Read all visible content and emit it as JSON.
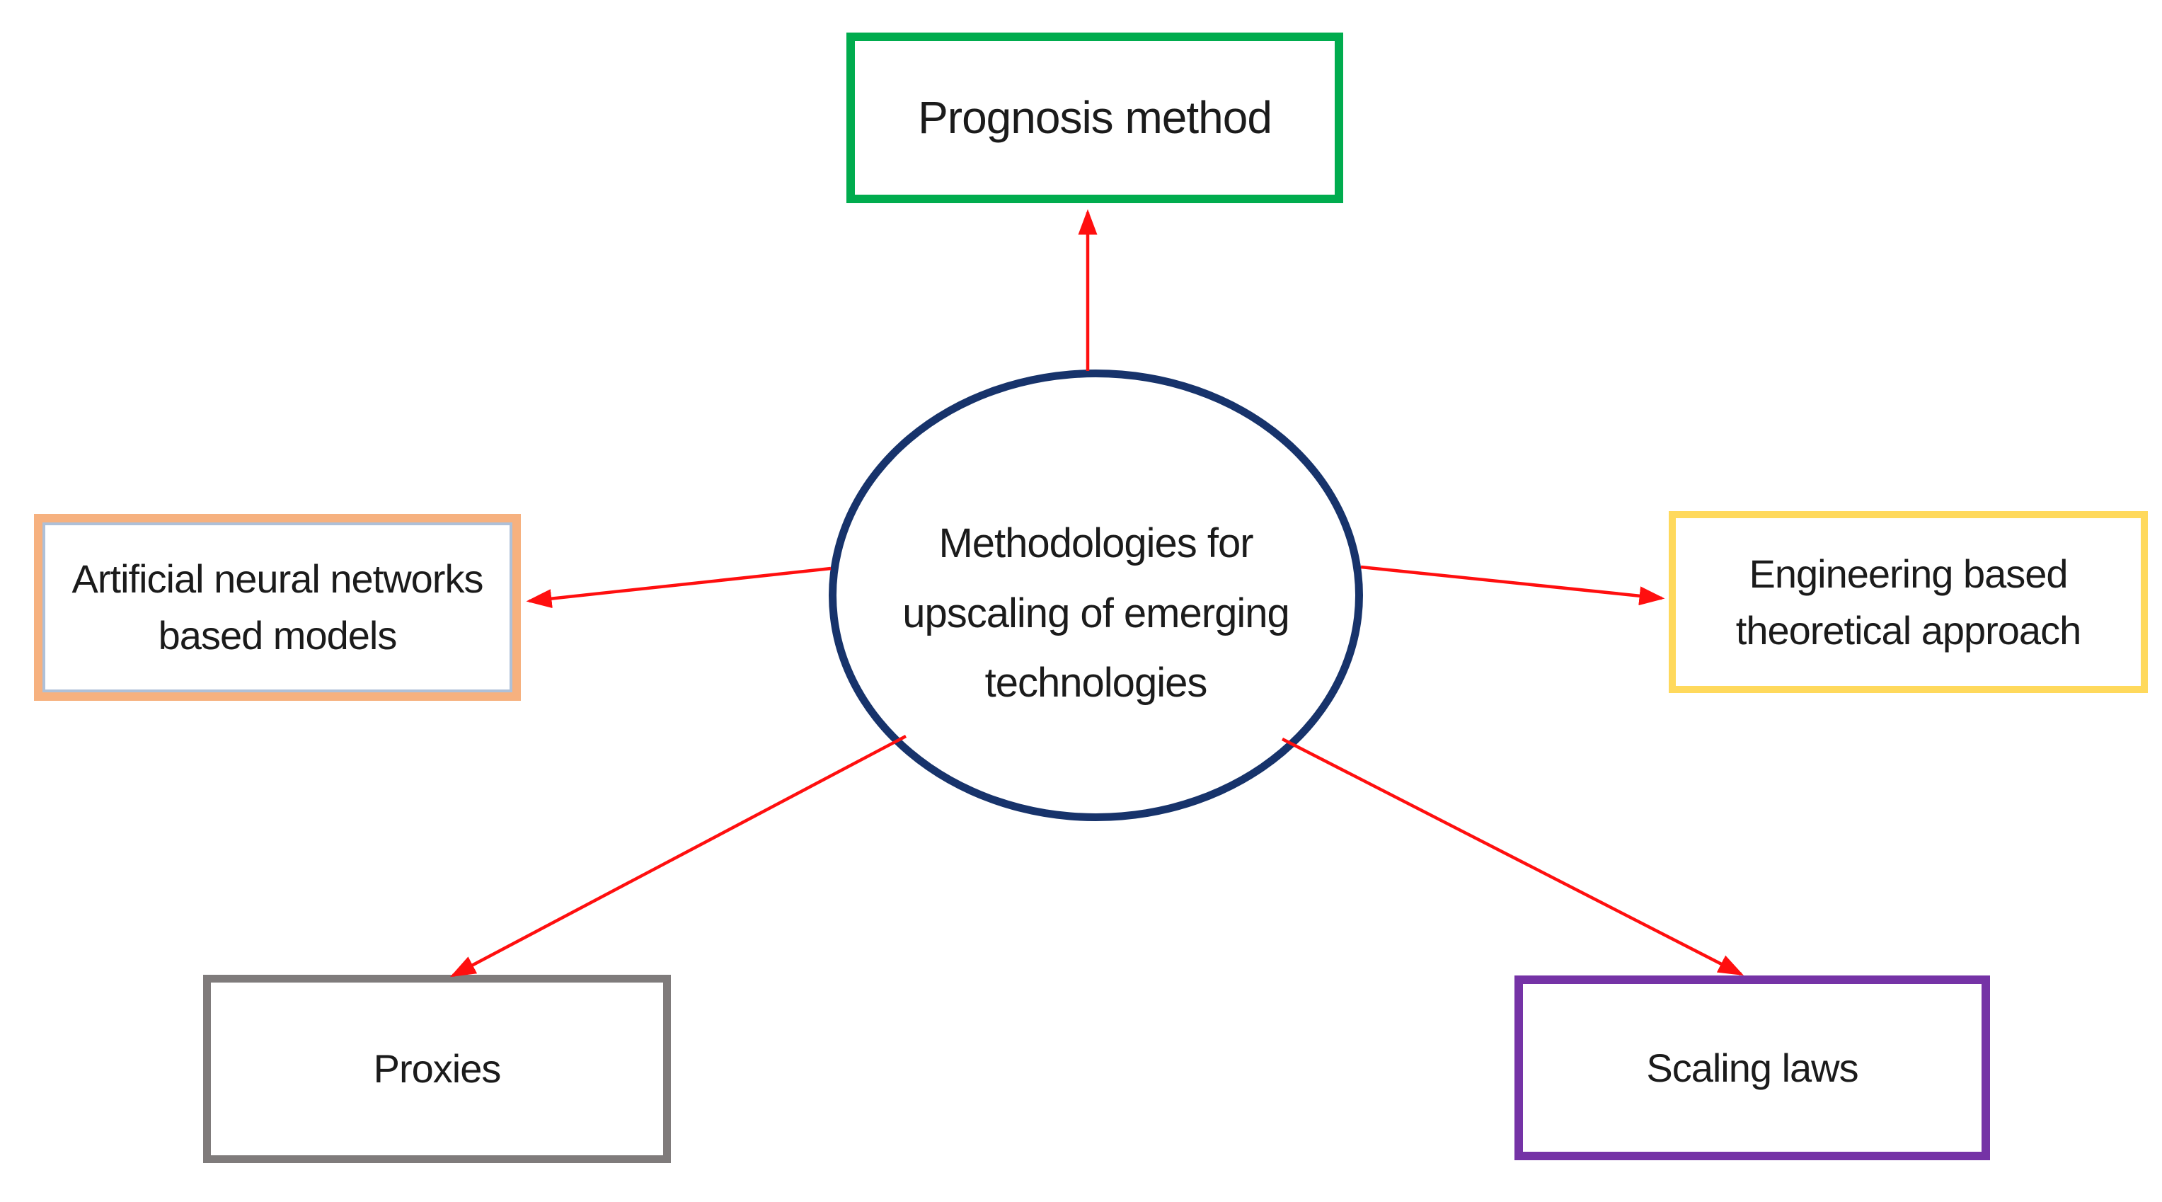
{
  "diagram": {
    "title_note": "Methodologies for upscaling of emerging technologies - concept map",
    "background": "#FFFFFF",
    "text_color": "#1B1B1B",
    "arrow_color": "#FF0F0F",
    "center": {
      "id": "center",
      "label": "Methodologies for upscaling of emerging technologies",
      "shape": "ellipse",
      "border_color": "#17336B"
    },
    "nodes": [
      {
        "id": "prognosis",
        "label": "Prognosis method",
        "position": "top",
        "shape": "rectangle",
        "border_color": "#00AC4E"
      },
      {
        "id": "ann",
        "label": "Artificial neural networks based models",
        "position": "left",
        "shape": "rectangle",
        "border_color": "#F6B17F",
        "inner_border_color": "#AEC0D8"
      },
      {
        "id": "engineering",
        "label": "Engineering based theoretical approach",
        "position": "right",
        "shape": "rectangle",
        "border_color": "#FFD95C"
      },
      {
        "id": "proxies",
        "label": "Proxies",
        "position": "bottom-left",
        "shape": "rectangle",
        "border_color": "#7F7B7B"
      },
      {
        "id": "scaling",
        "label": "Scaling laws",
        "position": "bottom-right",
        "shape": "rectangle",
        "border_color": "#7533A6"
      }
    ],
    "edges": [
      {
        "from": "center",
        "to": "prognosis",
        "style": "red-arrow"
      },
      {
        "from": "center",
        "to": "ann",
        "style": "red-arrow"
      },
      {
        "from": "center",
        "to": "engineering",
        "style": "red-arrow"
      },
      {
        "from": "center",
        "to": "proxies",
        "style": "red-arrow"
      },
      {
        "from": "center",
        "to": "scaling",
        "style": "red-arrow"
      }
    ]
  }
}
